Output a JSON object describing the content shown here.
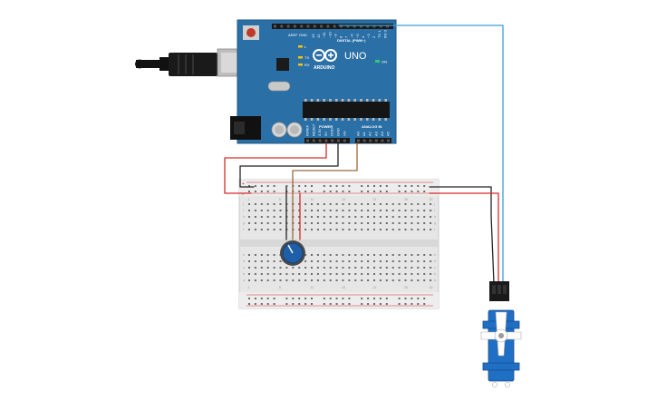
{
  "board": {
    "brand": "ARDUINO",
    "model": "UNO",
    "on_label": "ON",
    "tx_label": "TX",
    "rx_label": "RX",
    "l_label": "L",
    "digital_label": "DIGITAL (PWM~)",
    "aref_label": "AREF",
    "gnd_label": "GND",
    "power_label": "POWER",
    "analog_label": "ANALOG IN",
    "power_pins": [
      "IOREF",
      "RESET",
      "3.3V",
      "5V",
      "GND",
      "GND",
      "Vin"
    ],
    "analog_pins": [
      "A0",
      "A1",
      "A2",
      "A3",
      "A4",
      "A5"
    ],
    "digital_pins": [
      "13",
      "12",
      "~11",
      "~10",
      "~9",
      "8",
      "7",
      "~6",
      "~5",
      "4",
      "~3",
      "2",
      "TX 1",
      "RX 0"
    ]
  },
  "breadboard": {
    "plus_label": "+",
    "minus_label": "-",
    "row_letters_top": [
      "j",
      "i",
      "h",
      "g",
      "f"
    ],
    "row_letters_bottom": [
      "e",
      "d",
      "c",
      "b",
      "a"
    ]
  },
  "colors": {
    "board": "#2a6fa6",
    "wire_power": "#d62a2a",
    "wire_ground": "#222222",
    "wire_signal_pot": "#9a6a3a",
    "wire_signal_servo": "#3aa0d8",
    "servo_body": "#1f6fc4",
    "pot_knob": "#1f5fa8"
  }
}
